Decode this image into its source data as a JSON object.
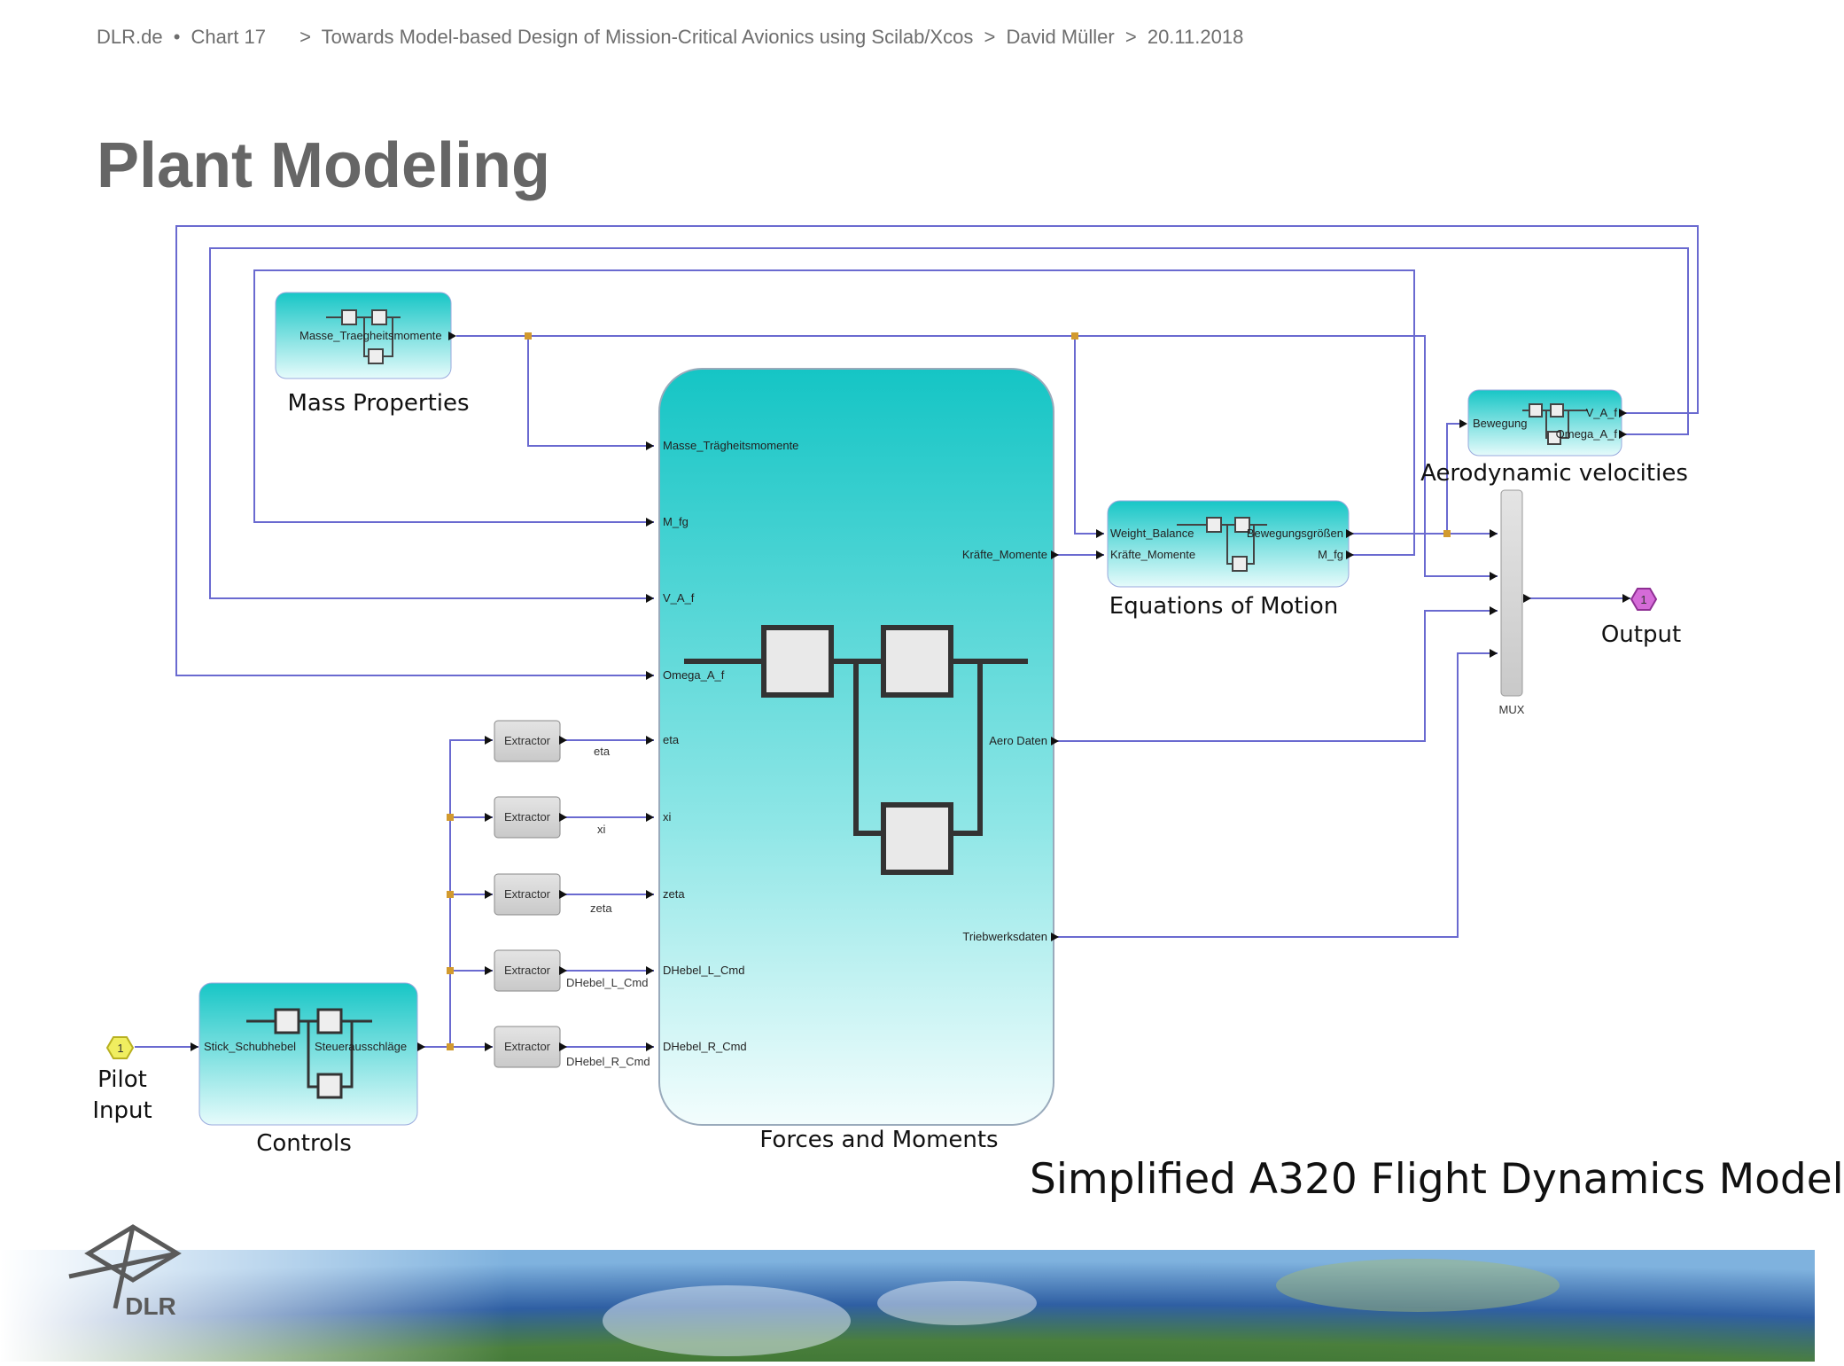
{
  "breadcrumb": {
    "site": "DLR.de",
    "sep": "•",
    "chart": "Chart 17",
    "arrow": ">",
    "talk": "Towards Model-based Design of Mission-Critical Avionics using Scilab/Xcos",
    "author": "David Müller",
    "date": "20.11.2018"
  },
  "title": "Plant Modeling",
  "subtitle": "Simplified A320 Flight Dynamics Model",
  "blocks": {
    "mass": {
      "label": "Mass Properties",
      "port_out": "Masse_Traegheitsmomente"
    },
    "controls": {
      "label": "Controls",
      "port_in": "Stick_Schubhebel",
      "port_out": "Steuerausschläge"
    },
    "forces": {
      "label": "Forces and Moments",
      "inputs": [
        "Masse_Trägheitsmomente",
        "M_fg",
        "V_A_f",
        "Omega_A_f",
        "eta",
        "xi",
        "zeta",
        "DHebel_L_Cmd",
        "DHebel_R_Cmd"
      ],
      "outputs": [
        "Kräfte_Momente",
        "Aero Daten",
        "Triebwerksdaten"
      ]
    },
    "eom": {
      "label": "Equations of Motion",
      "inputs": [
        "Weight_Balance",
        "Kräfte_Momente"
      ],
      "outputs": [
        "Bewegungsgrößen",
        "M_fg"
      ]
    },
    "aero": {
      "label": "Aerodynamic velocities",
      "input": "Bewegung",
      "outputs": [
        "V_A_f",
        "Omega_A_f"
      ]
    },
    "extractors": [
      {
        "label": "Extractor",
        "signal": "eta"
      },
      {
        "label": "Extractor",
        "signal": "xi"
      },
      {
        "label": "Extractor",
        "signal": "zeta"
      },
      {
        "label": "Extractor",
        "signal": "DHebel_L_Cmd"
      },
      {
        "label": "Extractor",
        "signal": "DHebel_R_Cmd"
      }
    ],
    "mux": "MUX",
    "input_port": {
      "number": "1",
      "label_line1": "Pilot",
      "label_line2": "Input"
    },
    "output_port": {
      "number": "1",
      "label": "Output"
    }
  },
  "logo_text": "DLR",
  "colors": {
    "wire": "#6a6ad0",
    "block_top": "#17c6c6",
    "block_bottom": "#e6fbfb",
    "split": "#d29a2e"
  }
}
